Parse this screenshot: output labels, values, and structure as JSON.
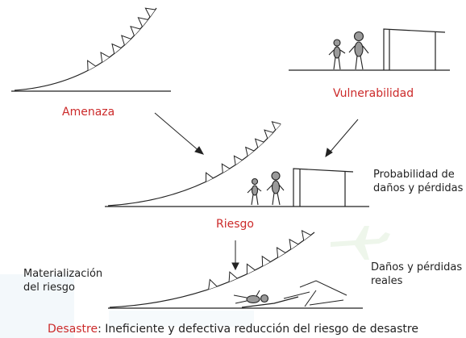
{
  "labels": {
    "amenaza": "Amenaza",
    "vulnerabilidad": "Vulnerabilidad",
    "riesgo": "Riesgo",
    "probabilidad": "Probabilidad de\ndaños y pérdidas",
    "materializacion": "Materialización\ndel riesgo",
    "danos_reales": "Daños y pérdidas\nreales"
  },
  "caption": {
    "term": "Desastre",
    "text": ": Ineficiente y defectiva reducción del riesgo de desastre"
  },
  "colors": {
    "accent": "#cc2a2a",
    "ink": "#222222",
    "figure_fill": "#9a9a9a",
    "watermark": "#e6f0f8"
  }
}
